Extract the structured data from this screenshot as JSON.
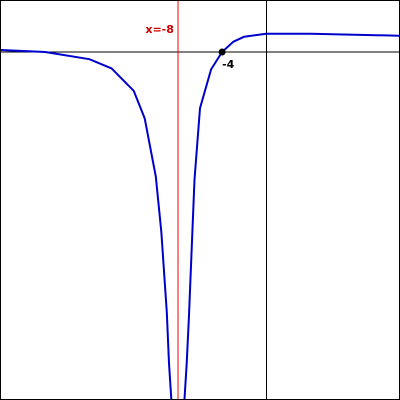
{
  "chart_data": {
    "type": "line",
    "title": "",
    "xlabel": "",
    "ylabel": "",
    "xlim": [
      -24,
      12
    ],
    "ylim": [
      -34,
      5
    ],
    "grid": false,
    "colors": {
      "curve": "#0000cc",
      "asymptote": "#ff0000",
      "asymptote_label": "#cc0000",
      "axes": "#000000",
      "point": "#000000"
    },
    "series": [
      {
        "x": [
          -24,
          -20,
          -16,
          -14,
          -12,
          -11,
          -10,
          -9.5,
          -9,
          -8.8,
          -8.6,
          -7.4,
          -7.2,
          -7,
          -6.5,
          -6,
          -5,
          -4,
          -3,
          -2,
          0,
          4,
          8,
          12
        ],
        "y": [
          0.2,
          0.0,
          -0.7,
          -1.6,
          -3.8,
          -6.5,
          -12.2,
          -17.6,
          -25.5,
          -30.5,
          -34.0,
          -34.0,
          -30.5,
          -26.0,
          -12.5,
          -5.5,
          -1.7,
          0.0,
          1.0,
          1.5,
          1.8,
          1.8,
          1.7,
          1.6
        ]
      }
    ],
    "vertical_asymptotes": [
      {
        "x": -8,
        "label": "x=-8"
      }
    ],
    "points": [
      {
        "x": -4,
        "y": 0,
        "label": "-4"
      }
    ]
  }
}
